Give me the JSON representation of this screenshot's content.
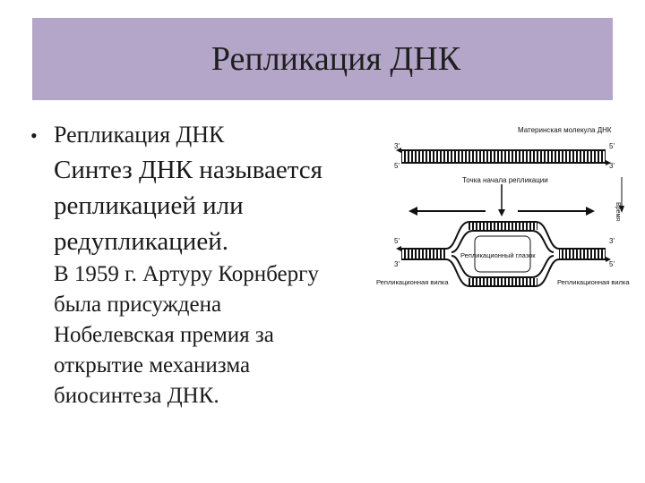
{
  "title": "Репликация ДНК",
  "bullet": {
    "symbol": "•",
    "text": "Репликация ДНК"
  },
  "paragraph1": [
    "Синтез ДНК называется",
    "репликацией или",
    "редупликацией."
  ],
  "paragraph2": [
    "В 1959 г. Артуру Корнбергу",
    "была присуждена",
    "Нобелевская премия за",
    "открытие механизма",
    "биосинтеза ДНК."
  ],
  "diagram": {
    "label_parent_chain": "Материнская молекула ДНК",
    "label_origin": "Точка начала репликации",
    "label_bubble": "Репликационный глазок",
    "label_fork_left": "Репликационная вилка",
    "label_fork_right": "Репликационная вилка",
    "label_time": "Время",
    "end_5": "5'",
    "end_3": "3'",
    "colors": {
      "title_bg": "#b3a6c8",
      "ink": "#111111"
    }
  }
}
